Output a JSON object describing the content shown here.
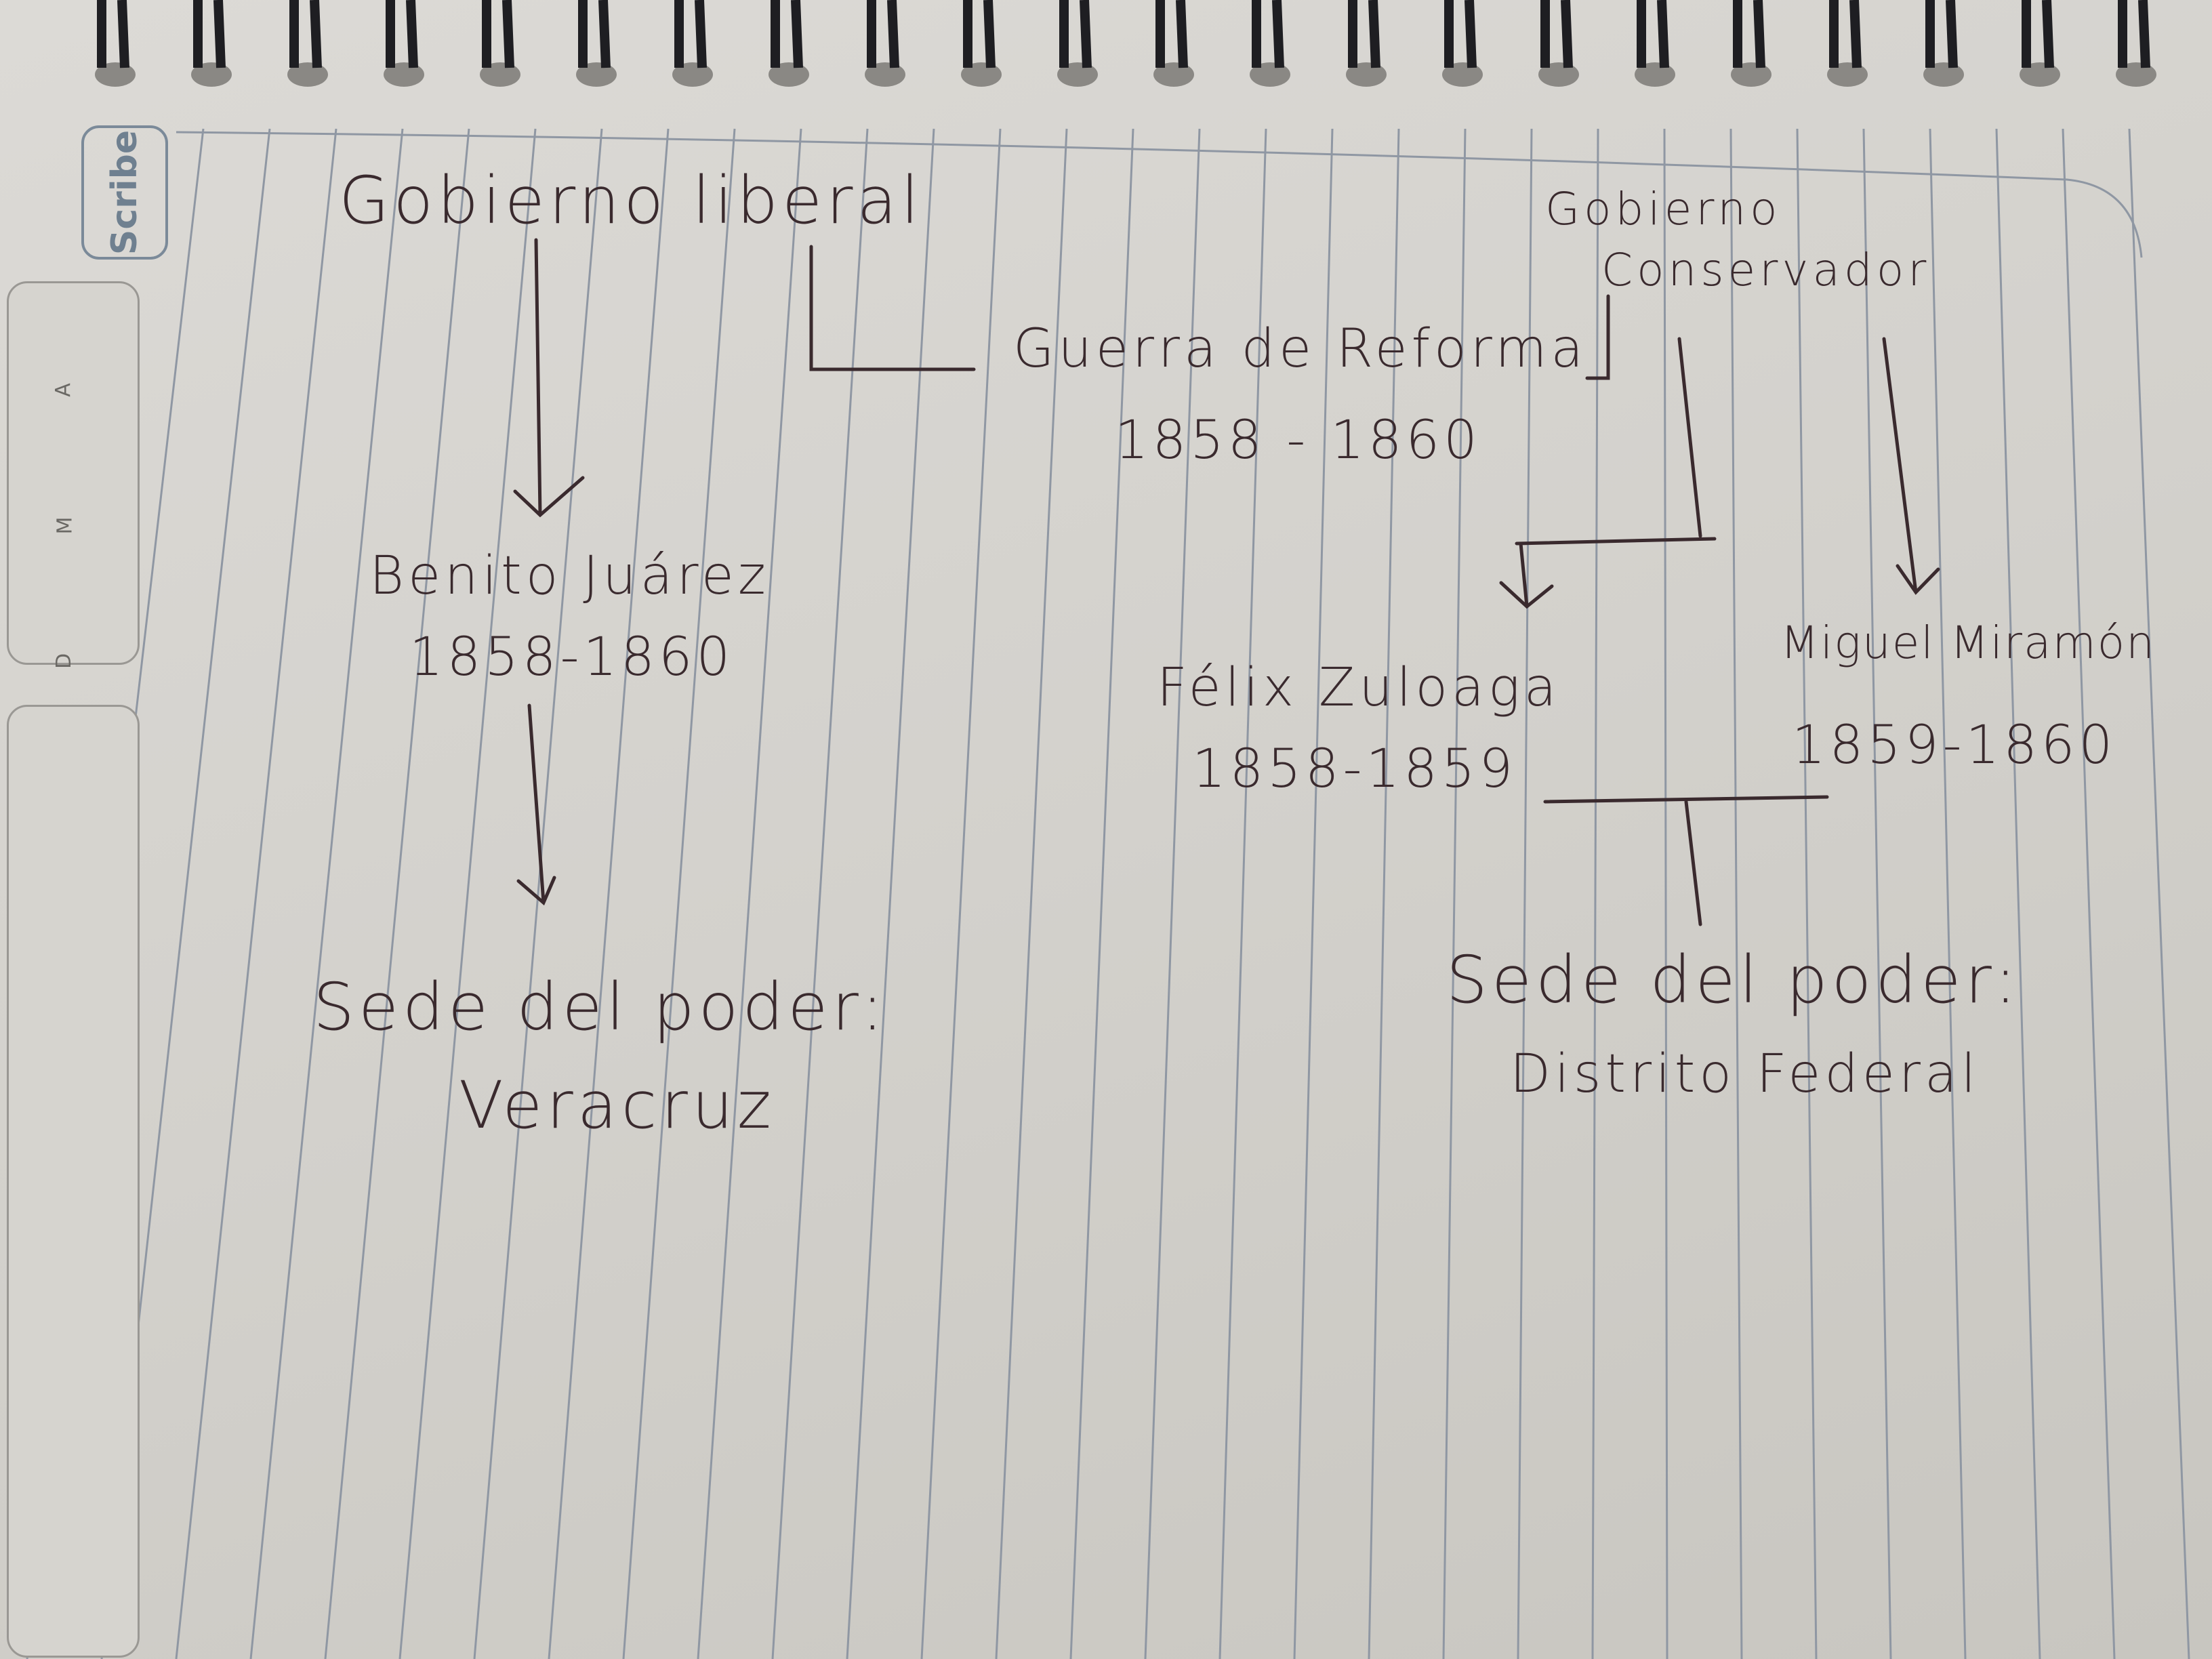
{
  "notebook": {
    "brand": "Scribe",
    "tabs": [
      "A",
      "M",
      "D"
    ]
  },
  "diagram": {
    "liberal": {
      "title": "Gobierno liberal",
      "leader": "Benito Juárez",
      "leader_years": "1858-1860",
      "seat_label": "Sede del poder:",
      "seat": "Veracruz"
    },
    "war": {
      "title": "Guerra de Reforma",
      "years": "1858 - 1860"
    },
    "conservative": {
      "title_line1": "Gobierno",
      "title_line2": "Conservador",
      "leader1": "Félix Zuloaga",
      "leader1_years": "1858-1859",
      "leader2": "Miguel Miramón",
      "leader2_years": "1859-1860",
      "seat_label": "Sede del poder:",
      "seat": "Distrito Federal"
    }
  }
}
